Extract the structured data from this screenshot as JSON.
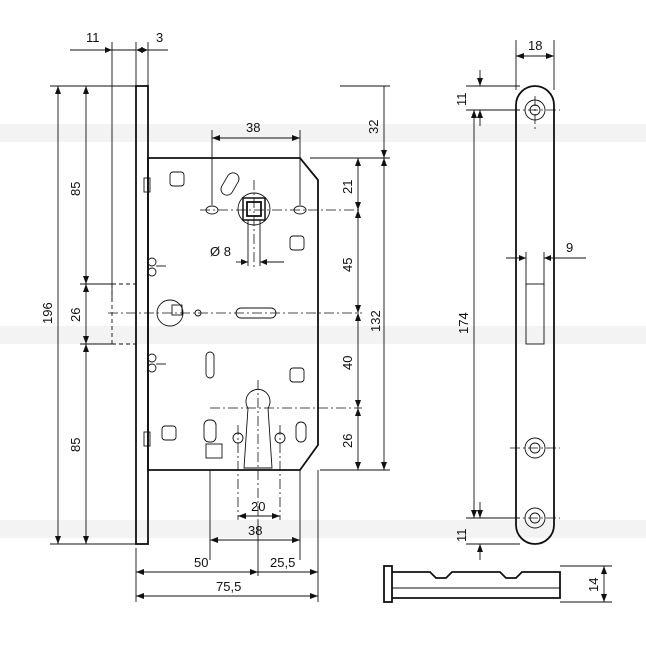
{
  "dimensions": {
    "faceplate_offset": "11",
    "faceplate_thickness": "3",
    "left_total_height": "196",
    "left_upper_85": "85",
    "left_middle_26": "26",
    "left_lower_85": "85",
    "top_38": "38",
    "right_32": "32",
    "right_21": "21",
    "right_45": "45",
    "right_40": "40",
    "right_26": "26",
    "right_132": "132",
    "spindle_diameter": "Ø 8",
    "bottom_20": "20",
    "bottom_38": "38",
    "bottom_50": "50",
    "bottom_25_5": "25,5",
    "bottom_75_5": "75,5",
    "strike_width": "18",
    "strike_top_11": "11",
    "strike_174": "174",
    "strike_slot_9": "9",
    "strike_bottom_11": "11",
    "side_view_14": "14"
  }
}
